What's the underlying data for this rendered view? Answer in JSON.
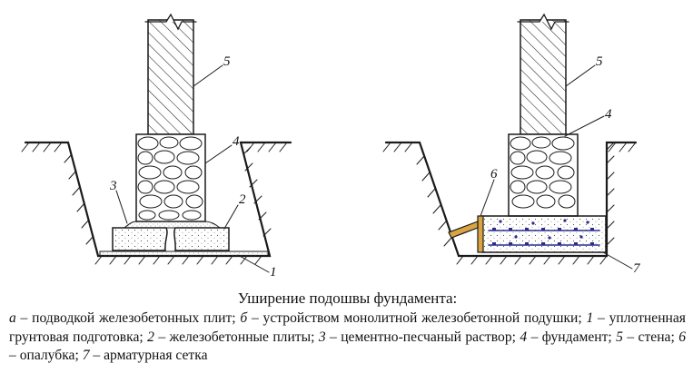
{
  "caption": {
    "title": "Уширение подошвы фундамента:",
    "body": [
      {
        "k": "a",
        "t": " – подводкой железобетонных плит; "
      },
      {
        "k": "б",
        "t": " – устройством монолитной железобетонной по­душки; "
      },
      {
        "k": "1",
        "t": " – уплотненная грунтовая подготовка; "
      },
      {
        "k": "2",
        "t": " – железобетонные плиты; "
      },
      {
        "k": "3",
        "t": " – цементно-песчаный раствор; "
      },
      {
        "k": "4",
        "t": " – фундамент; "
      },
      {
        "k": "5",
        "t": " – стена; "
      },
      {
        "k": "6",
        "t": " – опалубка; "
      },
      {
        "k": "7",
        "t": " – арматурная сетка"
      }
    ]
  },
  "diagram": {
    "left_labels": {
      "l5": "5",
      "l4": "4",
      "l3": "3",
      "l2": "2",
      "l1": "1"
    },
    "right_labels": {
      "r5": "5",
      "r4": "4",
      "r6": "6",
      "r7": "7"
    },
    "colors": {
      "line": "#1a1a1a",
      "formwork": "#d9a441",
      "rebar": "#2b2b8f",
      "grain": "#3c3c9a"
    }
  }
}
